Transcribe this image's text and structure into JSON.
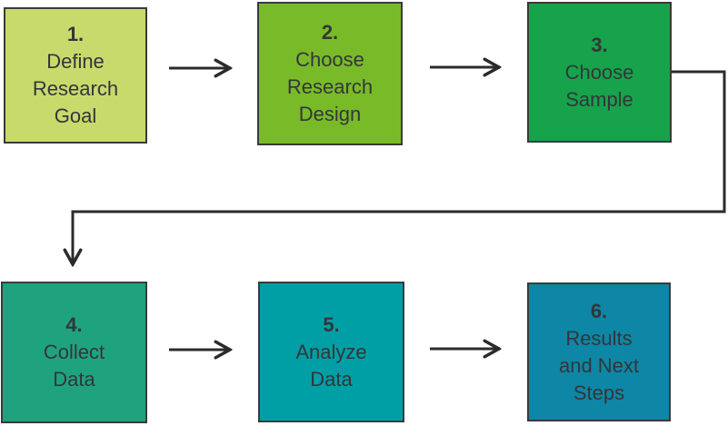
{
  "diagram": {
    "type": "flowchart",
    "description": "Six-step research process flowchart, two rows of three boxes connected by arrows"
  },
  "steps": [
    {
      "number": "1.",
      "label": "Define Research Goal",
      "lines": [
        "Define",
        "Research",
        "Goal"
      ],
      "color": "#c8da6b"
    },
    {
      "number": "2.",
      "label": "Choose Research Design",
      "lines": [
        "Choose",
        "Research",
        "Design"
      ],
      "color": "#79ba28"
    },
    {
      "number": "3.",
      "label": "Choose Sample",
      "lines": [
        "Choose",
        "Sample"
      ],
      "color": "#16a34b"
    },
    {
      "number": "4.",
      "label": "Collect Data",
      "lines": [
        "Collect",
        "Data"
      ],
      "color": "#1fa37f"
    },
    {
      "number": "5.",
      "label": "Analyze Data",
      "lines": [
        "Analyze",
        "Data"
      ],
      "color": "#009fa6"
    },
    {
      "number": "6.",
      "label": "Results and Next Steps",
      "lines": [
        "Results",
        "and Next",
        "Steps"
      ],
      "color": "#0e86a5"
    }
  ],
  "colors": {
    "background": "#ffffff",
    "box_border": "#3a3a3a",
    "arrow": "#2b2b2b",
    "text": "#333639"
  }
}
